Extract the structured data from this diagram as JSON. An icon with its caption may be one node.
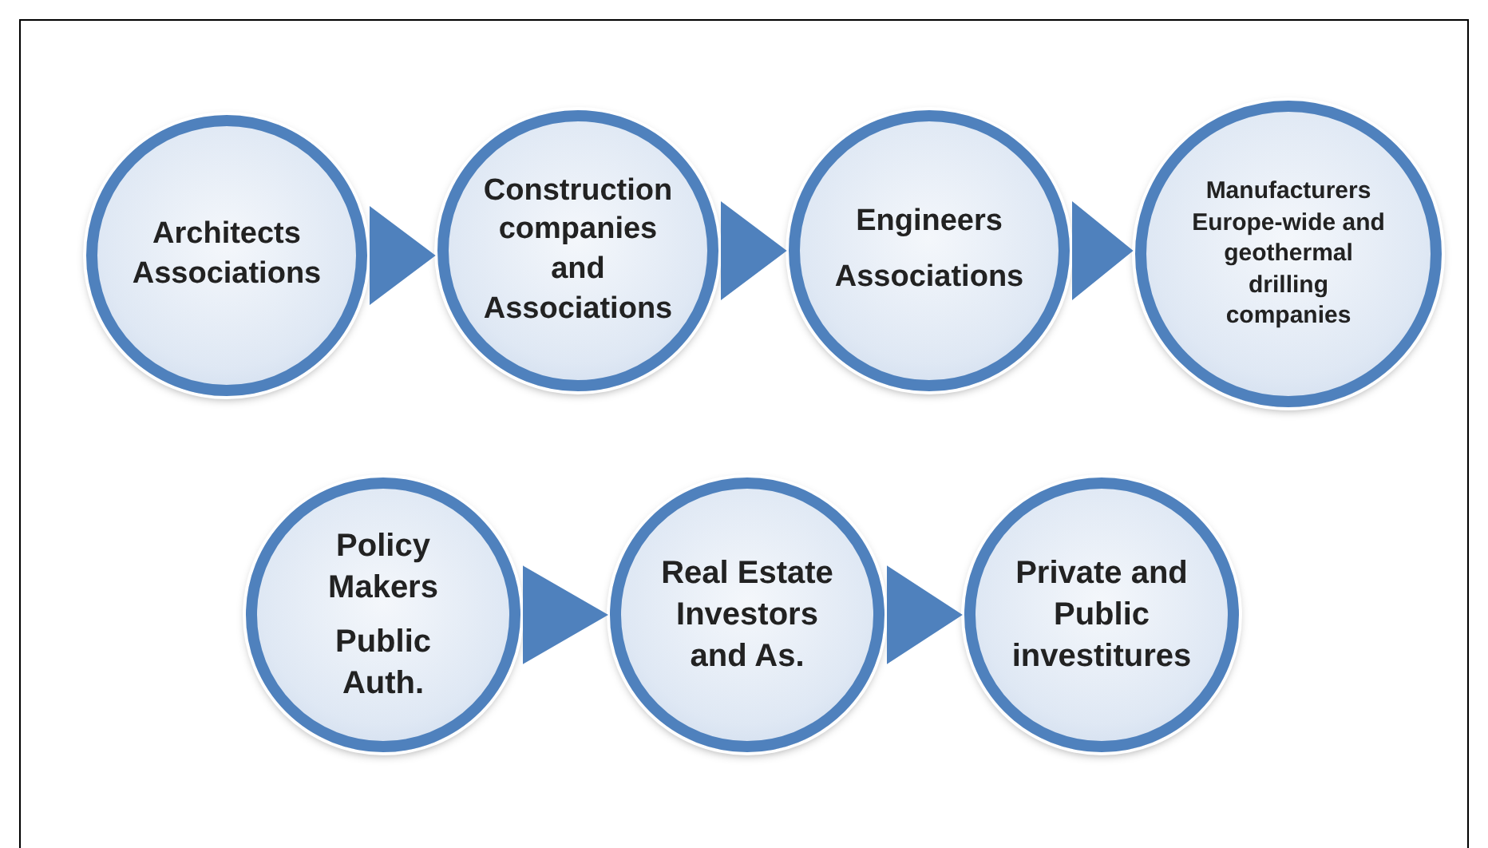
{
  "diagram": {
    "nodes": [
      {
        "text": [
          "Architects Associations"
        ]
      },
      {
        "text": [
          "Construction companies and Associations"
        ]
      },
      {
        "text": [
          "Engineers",
          "Associations"
        ]
      },
      {
        "text": [
          "Manufacturers Europe-wide and geothermal drilling companies"
        ]
      },
      {
        "text": [
          "Policy Makers",
          "Public Auth."
        ]
      },
      {
        "text": [
          "Real Estate Investors and As."
        ]
      },
      {
        "text": [
          "Private and Public investitures"
        ]
      }
    ],
    "edges": [
      {
        "from": 0,
        "to": 1,
        "arrow": "to"
      },
      {
        "from": 1,
        "to": 2,
        "arrow": "to"
      },
      {
        "from": 2,
        "to": 3,
        "arrow": "to"
      },
      {
        "from": 4,
        "to": 5,
        "arrow": "to"
      },
      {
        "from": 5,
        "to": 6,
        "arrow": "to"
      }
    ]
  }
}
